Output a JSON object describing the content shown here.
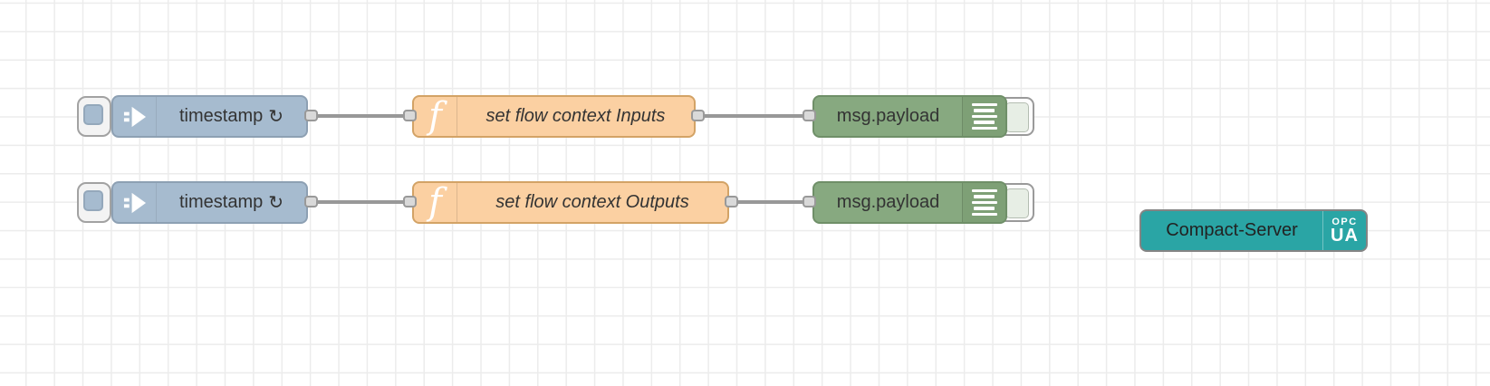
{
  "nodes": {
    "inject1": {
      "label": "timestamp",
      "repeat_icon": "↻"
    },
    "function1": {
      "label": "set flow context Inputs"
    },
    "debug1": {
      "label": "msg.payload"
    },
    "inject2": {
      "label": "timestamp",
      "repeat_icon": "↻"
    },
    "function2": {
      "label": "set flow context Outputs"
    },
    "debug2": {
      "label": "msg.payload"
    },
    "server": {
      "label": "Compact-Server",
      "badge_line1": "OPC",
      "badge_line2": "UA"
    }
  },
  "colors": {
    "inject_fill": "#a6bbcf",
    "function_fill": "#fbd0a2",
    "debug_fill": "#87a980",
    "debug_icon_fill": "#7ea076",
    "server_fill": "#2aa5a5",
    "wire": "#989898",
    "grid_line": "#ececec",
    "canvas_bg": "#ffffff",
    "label_text": "#333333"
  }
}
